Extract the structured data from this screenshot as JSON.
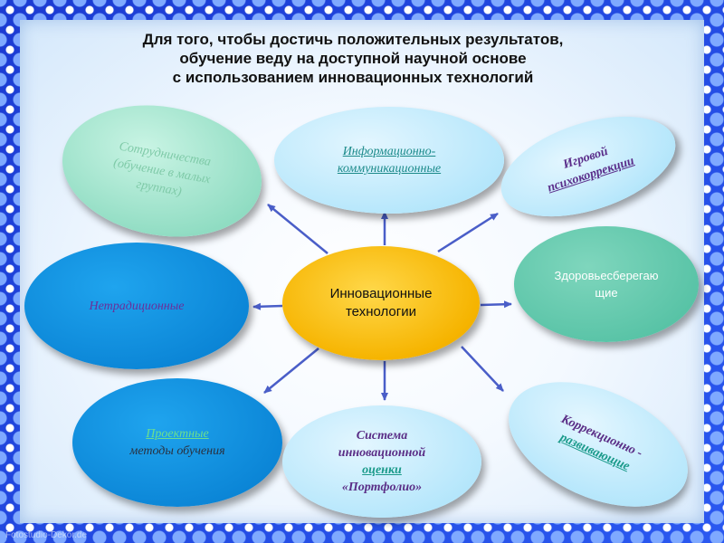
{
  "title_lines": [
    "Для того, чтобы достичь положительных результатов,",
    "обучение веду на доступной научной основе",
    "с использованием инновационных технологий"
  ],
  "center": {
    "lines": [
      "Инновационные",
      "технологии"
    ]
  },
  "nodes": {
    "cooperation": {
      "lines": [
        "Сотрудничества",
        "(обучение в малых",
        "группах)"
      ]
    },
    "ict": {
      "lines": [
        "Информационно-",
        "коммуникационные"
      ]
    },
    "game": {
      "lines": [
        "Игровой",
        "психокоррекции"
      ]
    },
    "nontraditional": {
      "lines": [
        "Нетрадиционные"
      ]
    },
    "health": {
      "lines": [
        "Здоровьесберегаю",
        "щие"
      ]
    },
    "project": {
      "lines": [
        "Проектные",
        "методы обучения"
      ]
    },
    "portfolio": {
      "lines": [
        "Система",
        "инновационной",
        "оценки",
        "«Портфолио»"
      ]
    },
    "correction": {
      "lines": [
        "Коррекционно -",
        "развивающие"
      ]
    }
  },
  "watermark": "Fotostudio-Dekor.de",
  "colors": {
    "arrow": "#4a5ec8",
    "center_fill": "#f6b400",
    "border_blue": "#1c3fd6"
  }
}
